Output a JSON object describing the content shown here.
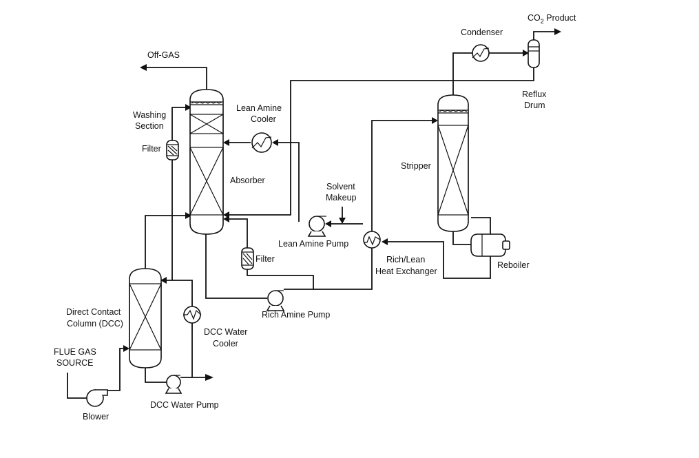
{
  "diagram": {
    "title": "",
    "labels": {
      "off_gas": "Off-GAS",
      "co2_product": "CO",
      "co2_sub": "2",
      "co2_product_suffix": " Product",
      "condenser": "Condenser",
      "reflux_drum_l1": "Reflux",
      "reflux_drum_l2": "Drum",
      "washing_l1": "Washing",
      "washing_l2": "Section",
      "filter_top": "Filter",
      "lean_cooler_l1": "Lean Amine",
      "lean_cooler_l2": "Cooler",
      "absorber": "Absorber",
      "stripper": "Stripper",
      "solvent_l1": "Solvent",
      "solvent_l2": "Makeup",
      "lean_pump": "Lean Amine Pump",
      "filter_mid": "Filter",
      "reboiler": "Reboiler",
      "hx_l1": "Rich/Lean",
      "hx_l2": "Heat Exchanger",
      "dcc_l1": "Direct Contact",
      "dcc_l2": "Column (DCC)",
      "rich_pump": "Rich Amine Pump",
      "dcc_cooler_l1": "DCC Water",
      "dcc_cooler_l2": "Cooler",
      "flue_l1": "FLUE GAS",
      "flue_l2": "SOURCE",
      "blower": "Blower",
      "dcc_pump": "DCC Water Pump"
    },
    "colors": {
      "line": "#111111",
      "background": "#ffffff"
    }
  }
}
